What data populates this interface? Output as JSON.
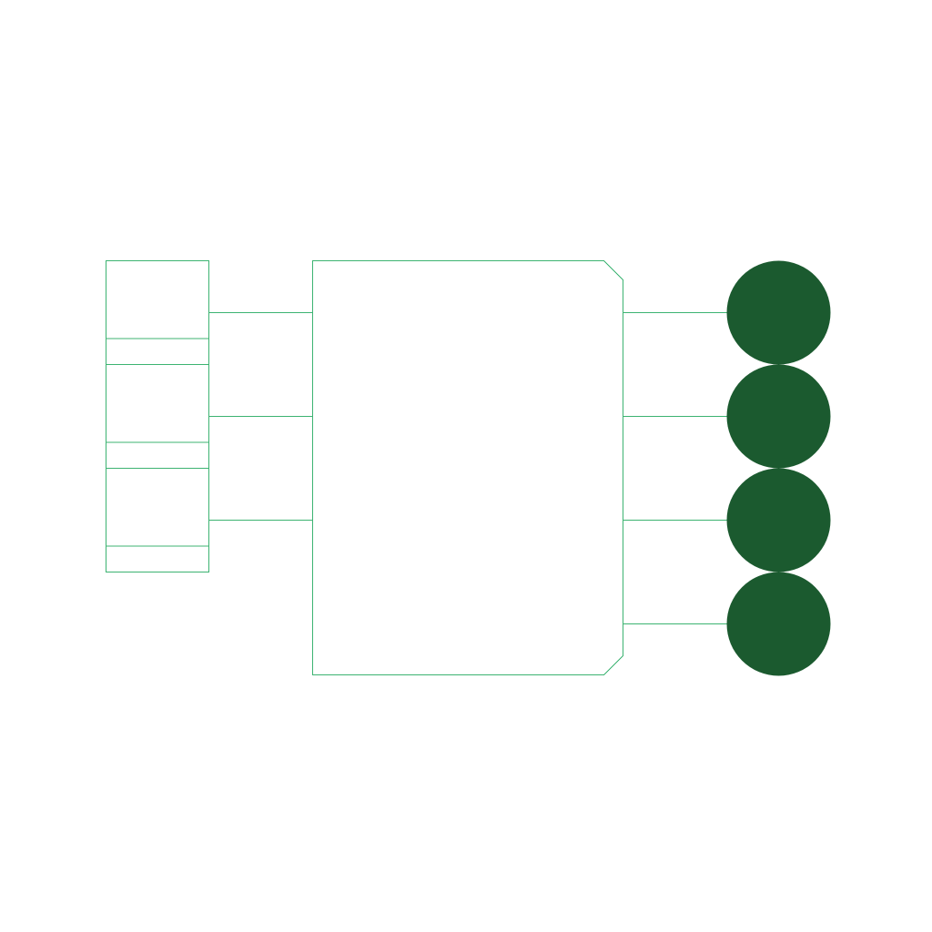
{
  "diagram": {
    "stroke_color": "#3cb371",
    "fill_color": "#1b5a2f",
    "background_color": "#ffffff",
    "input_blocks": [
      {
        "id": "input-1"
      },
      {
        "id": "input-2"
      },
      {
        "id": "input-3"
      }
    ],
    "central_block": {
      "id": "processor"
    },
    "output_nodes": [
      {
        "id": "output-1"
      },
      {
        "id": "output-2"
      },
      {
        "id": "output-3"
      },
      {
        "id": "output-4"
      }
    ]
  }
}
